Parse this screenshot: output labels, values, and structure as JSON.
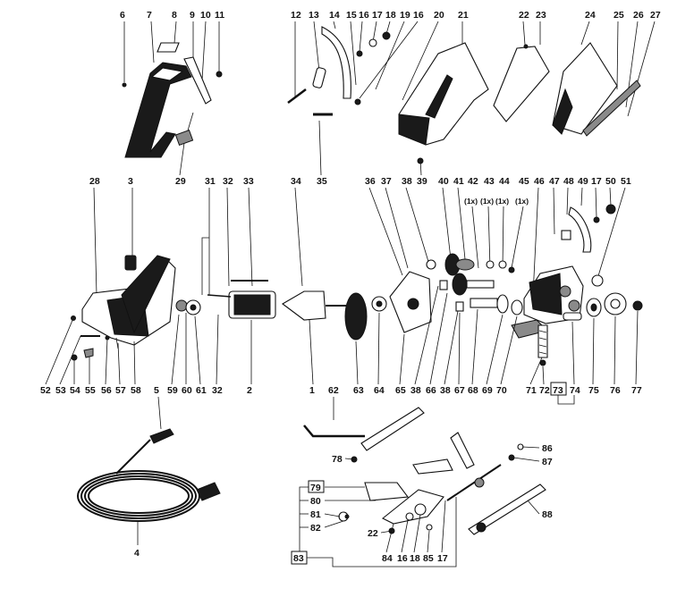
{
  "diagram": {
    "labels": {
      "1": "1",
      "2": "2",
      "3": "3",
      "4": "4",
      "5": "5",
      "6": "6",
      "7": "7",
      "8": "8",
      "9": "9",
      "10": "10",
      "11": "11",
      "12": "12",
      "13": "13",
      "14": "14",
      "15": "15",
      "16": "16",
      "17": "17",
      "18": "18",
      "19": "19",
      "20": "20",
      "21": "21",
      "22": "22",
      "23": "23",
      "24": "24",
      "25": "25",
      "26": "26",
      "27": "27",
      "28": "28",
      "29": "29",
      "31": "31",
      "32": "32",
      "33": "33",
      "34": "34",
      "35": "35",
      "36": "36",
      "37": "37",
      "38": "38",
      "39": "39",
      "40": "40",
      "41": "41",
      "42": "42",
      "43": "43",
      "44": "44",
      "45": "45",
      "46": "46",
      "47": "47",
      "48": "48",
      "49": "49",
      "50": "50",
      "51": "51",
      "52": "52",
      "53": "53",
      "54": "54",
      "55": "55",
      "56": "56",
      "57": "57",
      "58": "58",
      "59": "59",
      "60": "60",
      "61": "61",
      "62": "62",
      "63": "63",
      "64": "64",
      "65": "65",
      "66": "66",
      "67": "67",
      "68": "68",
      "69": "69",
      "70": "70",
      "71": "71",
      "72": "72",
      "73": "73",
      "74": "74",
      "75": "75",
      "76": "76",
      "77": "77",
      "78": "78",
      "79": "79",
      "80": "80",
      "81": "81",
      "82": "82",
      "83": "83",
      "84": "84",
      "85": "85",
      "86": "86",
      "87": "87",
      "88": "88"
    },
    "qty": {
      "1x": "(1x)"
    },
    "colors": {
      "ink": "#111111",
      "paper": "#ffffff",
      "shade": "#8a8a8a",
      "fill": "#1a1a1a"
    }
  }
}
